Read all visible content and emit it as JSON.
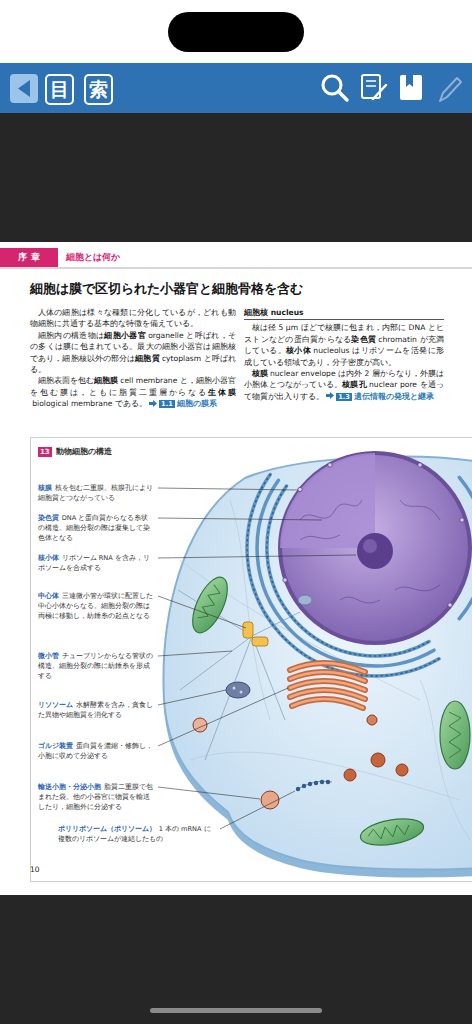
{
  "diagram": {
    "title": "細胞は膜で区切られた小器官と細胞骨格を含む",
    "caption": "動物細胞の構造",
    "nodes": [
      {
        "text": [
          "目"
        ]
      },
      {
        "text": [
          "索"
        ]
      },
      {
        "text": [
          "序 章"
        ]
      },
      {
        "text": [
          "1.1"
        ]
      },
      {
        "text": [
          "1.3"
        ]
      },
      {
        "text": [
          "13"
        ]
      }
    ],
    "labels": [
      "細胞とは何か",
      "人体の細胞は様々な種類に分化しているが，どれも動物細胞に共通する基本的な特徴を備えている。",
      "細胞内の構造物は",
      "細胞小器官",
      "organelle と呼ばれ，その多くは膜に包まれている。最大の細胞小器官は細胞核であり，細胞核以外の部分は",
      "細胞質",
      "cytoplasm と呼ばれる。",
      "細胞表面を包む",
      "細胞膜",
      "cell membrane と，細胞小器官を包む膜は，ともに脂質二重層からなる",
      "生体膜",
      "biological membrane である。",
      "細胞の膜系",
      "細胞核 nucleus",
      "核は径 5 μm ほどで核膜に包まれ，内部に DNA とヒストンなどの蛋白質からなる",
      "染色質",
      "chromatin が充満している。",
      "核小体",
      "nucleolus はリボソームを活発に形成している領域であり，分子密度が高い。",
      "核膜",
      "nuclear envelope は内外 2 層からなり，外膜は小胞体とつながっている。",
      "核膜孔",
      "nuclear pore を通って物質が出入りする。",
      "遺伝情報の発現と継承",
      "核膜",
      "核を包む二重膜。核膜孔により細胞質とつながっている",
      "染色質",
      "DNA と蛋白質からなる糸状の構造。細胞分裂の際は凝集して染色体となる",
      "核小体",
      "リボソーム RNA を含み，リボソームを合成する",
      "中心体",
      "三連微小管が環状に配置した中心小体からなる。細胞分裂の際は両極に移動し，紡錘糸の起点となる",
      "微小管",
      "チューブリンからなる管状の構造。細胞分裂の際に紡錘糸を形成する",
      "リソソーム",
      "水解酵素を含み，貪食した異物や細胞質を消化する",
      "ゴルジ装置",
      "蛋白質を濃縮・修飾し，小胞に収めて分泌する",
      "輸送小胞・分泌小胞",
      "脂質二重膜で包まれた袋。他の小器官に物質を輸送したり，細胞外に分泌する",
      "ポリリボソーム（ポリソーム）",
      "1 本の mRNA に複数のリボソームが連結したもの",
      "10"
    ]
  }
}
